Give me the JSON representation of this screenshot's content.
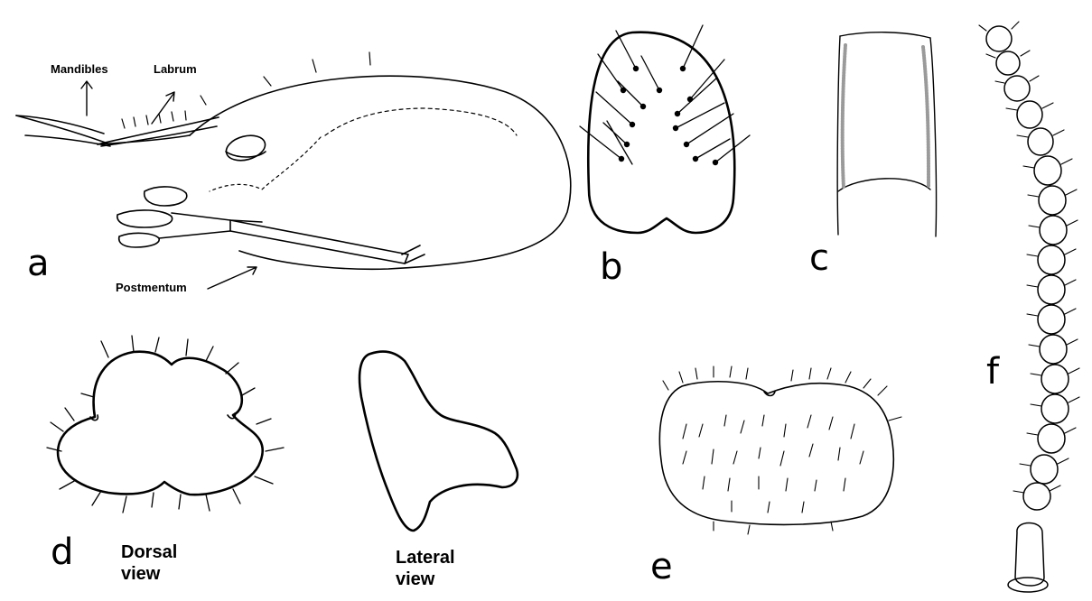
{
  "panels": {
    "a": {
      "letter": "a",
      "labels": {
        "mandibles": "Mandibles",
        "labrum": "Labrum",
        "postmentum": "Postmentum"
      }
    },
    "b": {
      "letter": "b"
    },
    "c": {
      "letter": "c"
    },
    "d": {
      "letter": "d",
      "dorsal_view": "Dorsal view",
      "lateral_view": "Lateral view"
    },
    "e": {
      "letter": "e"
    },
    "f": {
      "letter": "f"
    }
  },
  "colors": {
    "ink": "#000000",
    "background": "#ffffff",
    "stipple": "#9a9a9a"
  }
}
